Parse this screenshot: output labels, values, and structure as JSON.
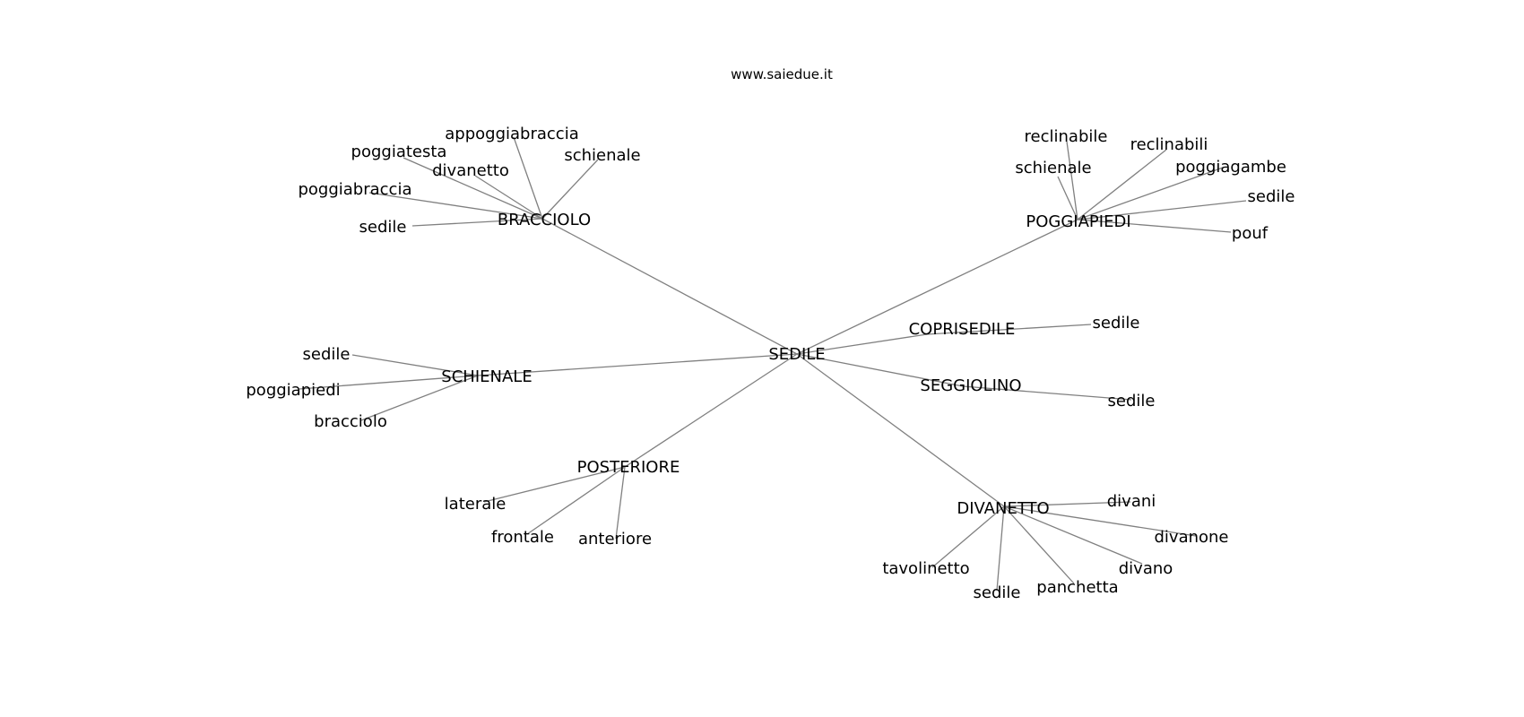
{
  "source": "www.saiedue.it",
  "colors": {
    "edge": "#808080",
    "text": "#000000",
    "background": "#ffffff"
  },
  "root": "SEDILE",
  "branches": [
    {
      "label": "BRACCIOLO",
      "children": [
        "appoggiabraccia",
        "poggiatesta",
        "divanetto",
        "schienale",
        "poggiabraccia",
        "sedile"
      ]
    },
    {
      "label": "POGGIAPIEDI",
      "children": [
        "reclinabile",
        "reclinabili",
        "schienale",
        "poggiagambe",
        "sedile",
        "pouf"
      ]
    },
    {
      "label": "COPRISEDILE",
      "children": [
        "sedile"
      ]
    },
    {
      "label": "SCHIENALE",
      "children": [
        "sedile",
        "poggiapiedi",
        "bracciolo"
      ]
    },
    {
      "label": "SEGGIOLINO",
      "children": [
        "sedile"
      ]
    },
    {
      "label": "POSTERIORE",
      "children": [
        "laterale",
        "frontale",
        "anteriore"
      ]
    },
    {
      "label": "DIVANETTO",
      "children": [
        "divani",
        "divanone",
        "divano",
        "tavolinetto",
        "panchetta",
        "sedile"
      ]
    }
  ]
}
